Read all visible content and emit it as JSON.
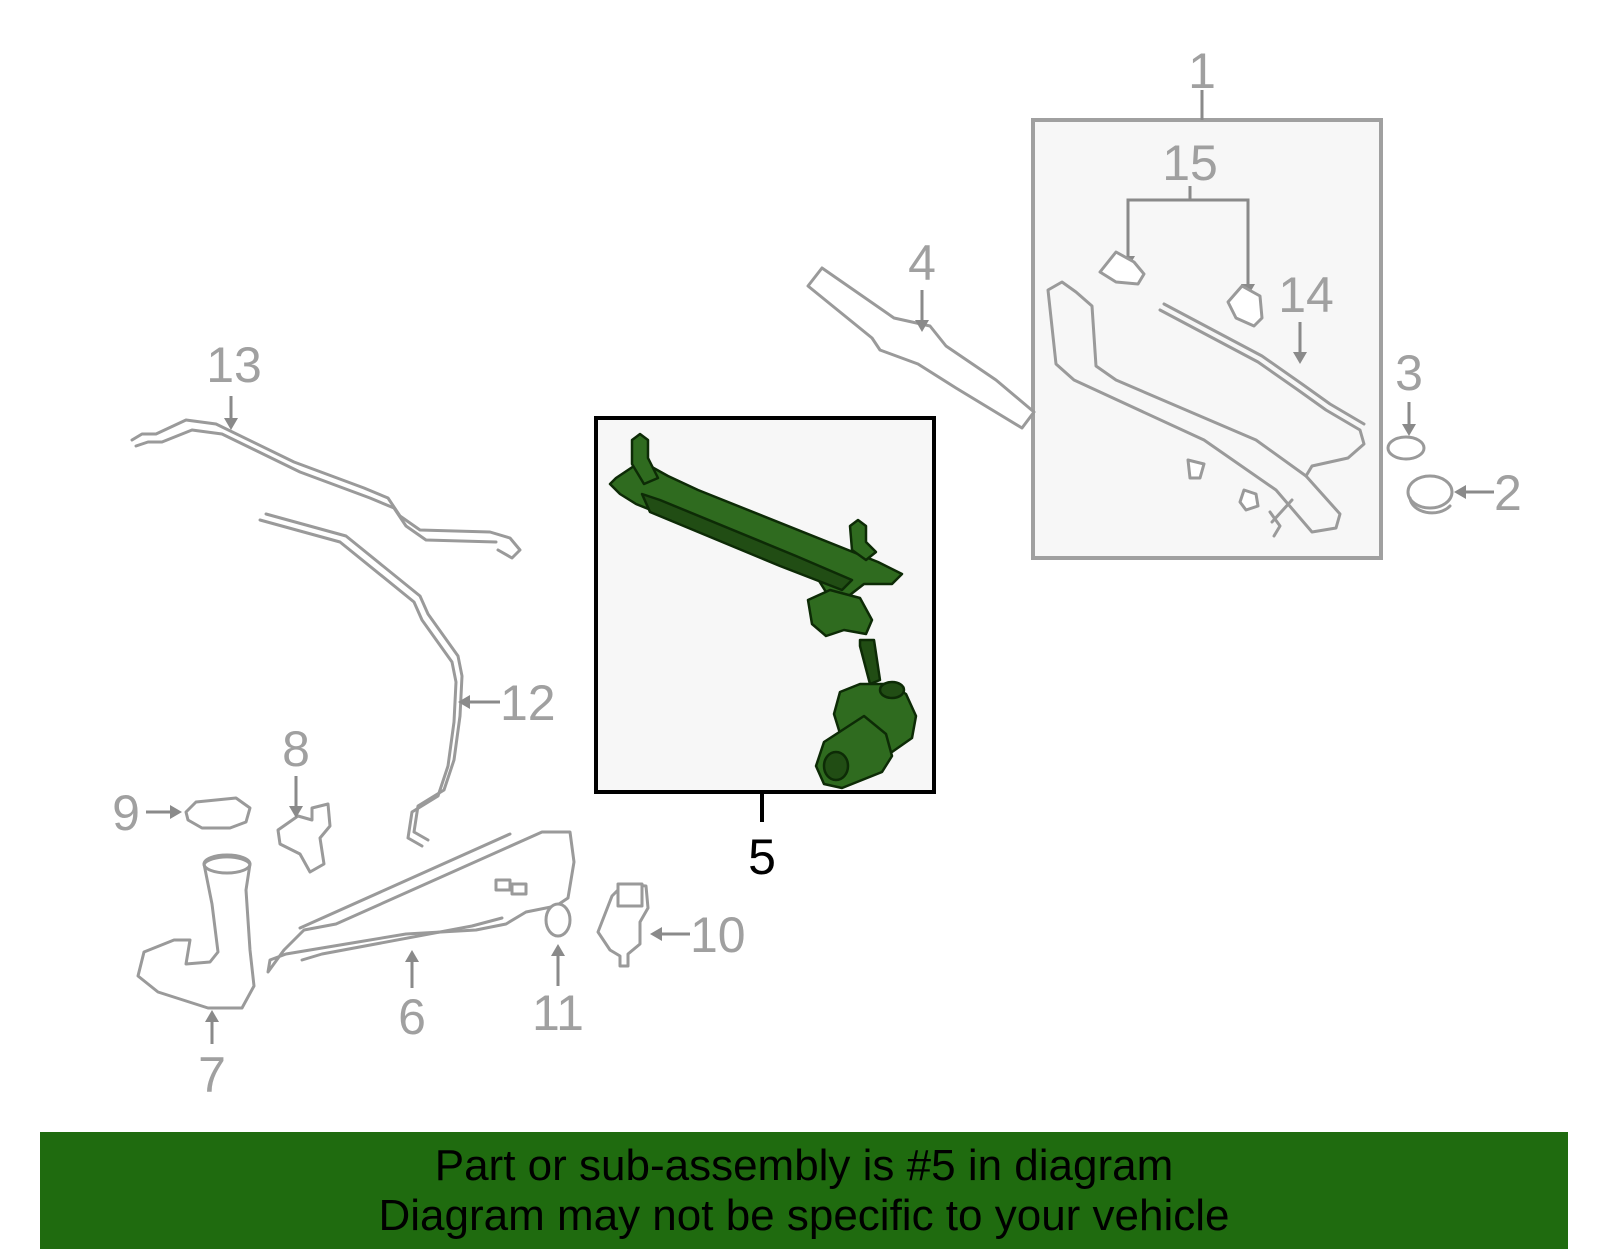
{
  "diagram": {
    "callouts": [
      "1",
      "2",
      "3",
      "4",
      "5",
      "6",
      "7",
      "8",
      "9",
      "10",
      "11",
      "12",
      "13",
      "14",
      "15"
    ],
    "highlighted_part": "5"
  },
  "banner": {
    "line1": "Part or sub-assembly is #5 in diagram",
    "line2": "Diagram may not be specific to your vehicle",
    "color": "#1f6b0f"
  },
  "colors": {
    "highlight_part": "#2f6b1f",
    "ghost_parts": "#9a9a9a",
    "box_fill": "#f7f7f7"
  }
}
